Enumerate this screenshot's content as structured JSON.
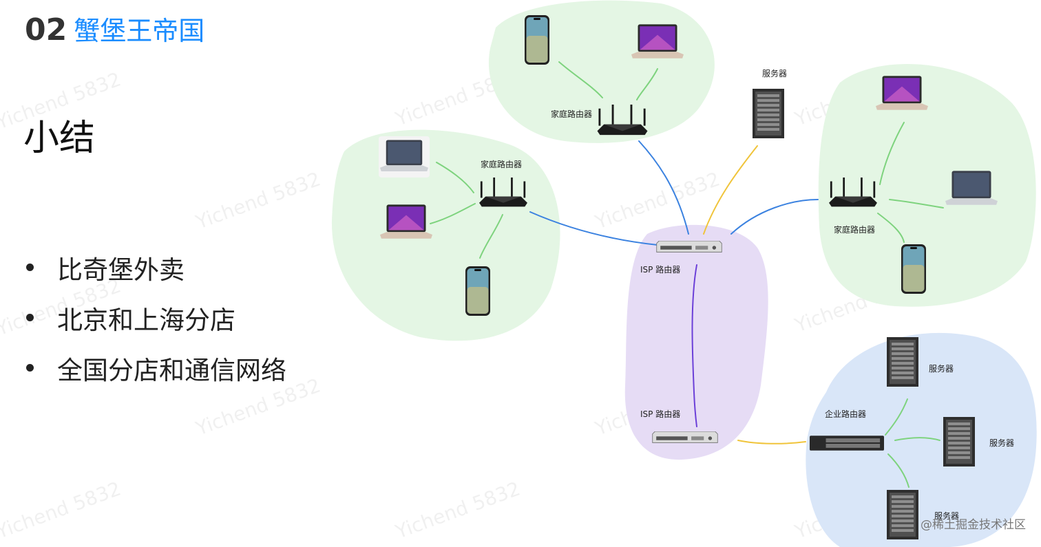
{
  "header": {
    "number": "02",
    "title": "蟹堡王帝国"
  },
  "subtitle": "小结",
  "bullets": [
    "比奇堡外卖",
    "北京和上海分店",
    "全国分店和通信网络"
  ],
  "watermark": "Yichend 5832",
  "footer": "@稀土掘金技术社区",
  "diagram": {
    "labels": {
      "home_router_top": "家庭路由器",
      "home_router_left": "家庭路由器",
      "home_router_right": "家庭路由器",
      "isp_router_top": "ISP 路由器",
      "isp_router_bottom": "ISP 路由器",
      "enterprise_router": "企业路由器",
      "server_top": "服务器",
      "server_1": "服务器",
      "server_2": "服务器",
      "server_3": "服务器"
    },
    "colors": {
      "home_cluster": "#e4f6e4",
      "isp_cluster": "#e6dcf5",
      "enterprise_cluster": "#d9e6f8",
      "link_blue": "#3b82e0",
      "link_yellow": "#f0c43a",
      "link_green": "#7ed37e",
      "link_purple": "#6b3fd8"
    }
  }
}
